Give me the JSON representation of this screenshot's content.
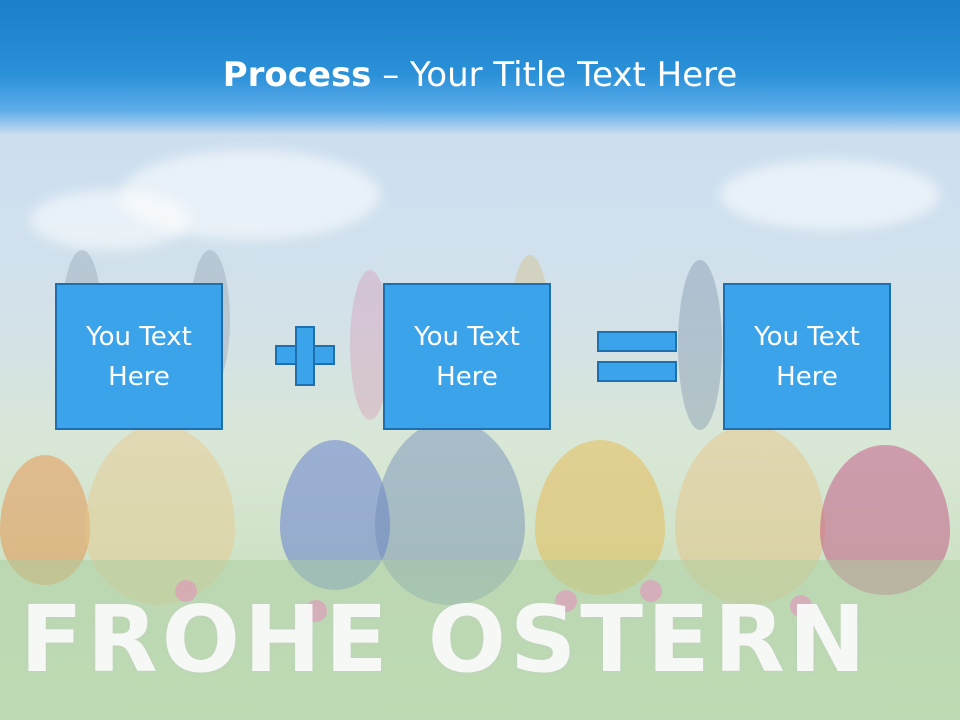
{
  "title": {
    "bold": "Process",
    "rest": " – Your Title Text Here"
  },
  "boxes": [
    {
      "text": "You Text\nHere"
    },
    {
      "text": "You Text\nHere"
    },
    {
      "text": "You Text\nHere"
    }
  ],
  "operators": {
    "first": "plus-icon",
    "second": "equals-icon"
  },
  "background": {
    "greeting": "FROHE OSTERN"
  },
  "colors": {
    "banner": "#1b7fc9",
    "box_fill": "#3aa3ea",
    "box_border": "#1e6fb0",
    "text": "#ffffff"
  }
}
